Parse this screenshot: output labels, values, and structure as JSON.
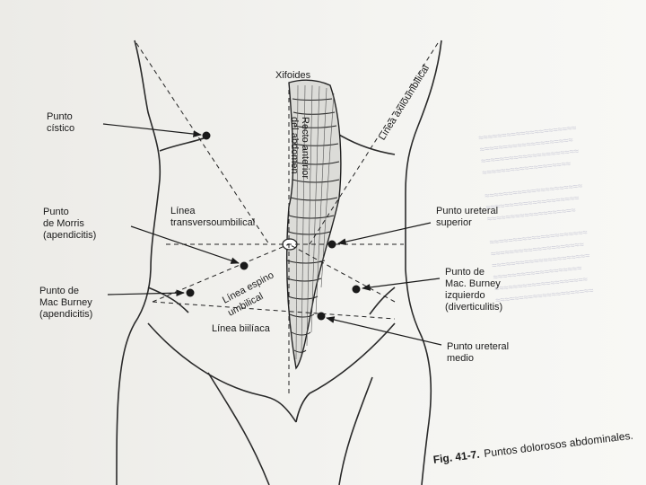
{
  "labels": {
    "xifoides": "Xifoides",
    "linea_axiloumbilical": "Línea axiloumbilical",
    "recto_anterior": "Recto anterior",
    "del_abdomen": "del abdomen",
    "punto_cistico_1": "Punto",
    "punto_cistico_2": "cístico",
    "linea_transversoumbilical_1": "Línea",
    "linea_transversoumbilical_2": "transversoumbilical",
    "punto_morris_1": "Punto",
    "punto_morris_2": "de Morris",
    "punto_morris_3": "(apendicitis)",
    "linea_espino_1": "Línea espino",
    "linea_espino_2": "umbilical",
    "punto_macburney_1": "Punto de",
    "punto_macburney_2": "Mac Burney",
    "punto_macburney_3": "(apendicitis)",
    "linea_biiliaca": "Línea biilíaca",
    "punto_ureteral_superior_1": "Punto ureteral",
    "punto_ureteral_superior_2": "superior",
    "punto_macburney_izq_1": "Punto de",
    "punto_macburney_izq_2": "Mac. Burney",
    "punto_macburney_izq_3": "izquierdo",
    "punto_macburney_izq_4": "(diverticulitis)",
    "punto_ureteral_medio_1": "Punto ureteral",
    "punto_ureteral_medio_2": "medio"
  },
  "caption": {
    "fig_number": "Fig. 41-7.",
    "title": "Puntos dolorosos abdominales."
  },
  "colors": {
    "ink": "#1a1a1a",
    "paper": "#f1f2ee"
  }
}
